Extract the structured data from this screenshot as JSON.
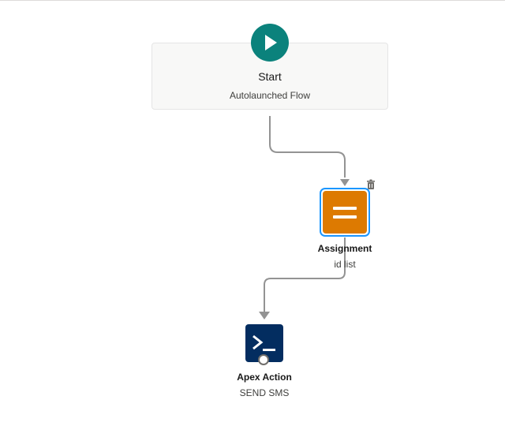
{
  "flow": {
    "start": {
      "title": "Start",
      "subtitle": "Autolaunched Flow",
      "icon": "play-icon",
      "color": "#0b827c"
    },
    "assignment": {
      "title": "Assignment",
      "subtitle": "id list",
      "icon": "equals-icon",
      "color": "#dd7a01",
      "selected": true,
      "action_icon": "trash-icon"
    },
    "apex_action": {
      "title": "Apex Action",
      "subtitle": "SEND SMS",
      "icon": "terminal-prompt-icon",
      "color": "#032d60"
    },
    "connector_color": "#939393"
  }
}
